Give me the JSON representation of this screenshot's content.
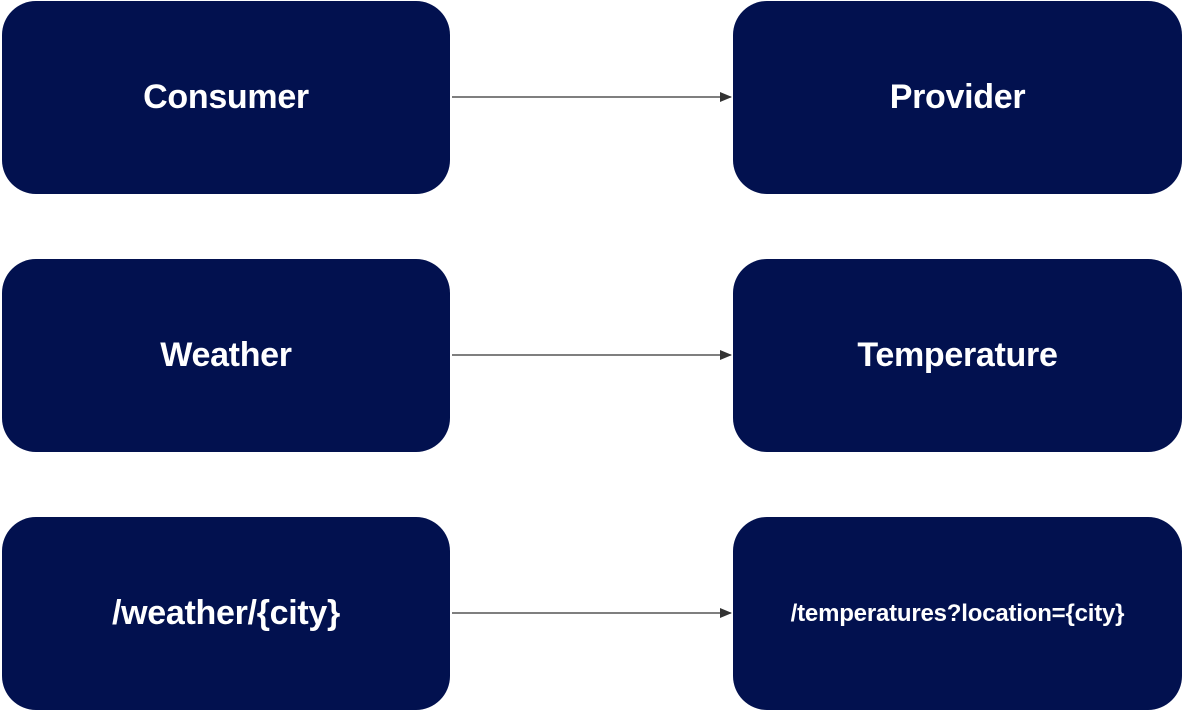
{
  "diagram": {
    "rows": [
      {
        "left": "Consumer",
        "right": "Provider"
      },
      {
        "left": "Weather",
        "right": "Temperature"
      },
      {
        "left": "/weather/{city}",
        "right": "/temperatures?location={city}"
      }
    ],
    "colors": {
      "box_fill": "#02114f",
      "box_text": "#ffffff",
      "arrow": "#333333",
      "background": "#ffffff"
    }
  }
}
